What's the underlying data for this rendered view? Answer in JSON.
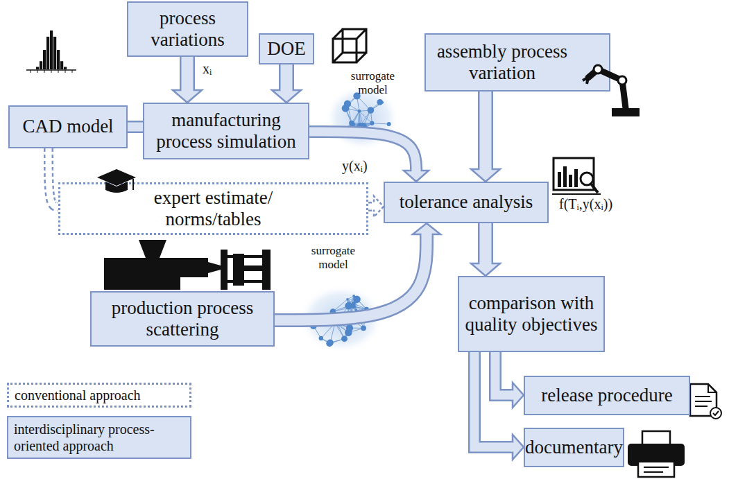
{
  "diagram": {
    "nodes": [
      {
        "text": [
          "process variations"
        ]
      },
      {
        "text": [
          "DOE"
        ]
      },
      {
        "text": [
          "assembly process variation"
        ]
      },
      {
        "text": [
          "CAD model"
        ]
      },
      {
        "text": [
          "manufacturing process simulation"
        ]
      },
      {
        "text": [
          "expert estimate/ norms/tables"
        ]
      },
      {
        "text": [
          "tolerance analysis"
        ]
      },
      {
        "text": [
          "production process scattering"
        ]
      },
      {
        "text": [
          "comparison with quality objectives"
        ]
      },
      {
        "text": [
          "release procedure"
        ]
      },
      {
        "text": [
          "documentary"
        ]
      }
    ],
    "edges": [
      {
        "from": 0,
        "to": 4,
        "arrow": "to"
      },
      {
        "from": 1,
        "to": 4,
        "arrow": "to"
      },
      {
        "from": 3,
        "to": 4,
        "arrow": "none"
      },
      {
        "from": 4,
        "to": 6,
        "arrow": "to"
      },
      {
        "from": 3,
        "to": 5,
        "arrow": "none"
      },
      {
        "from": 5,
        "to": 6,
        "arrow": "to"
      },
      {
        "from": 2,
        "to": 6,
        "arrow": "to"
      },
      {
        "from": 7,
        "to": 6,
        "arrow": "to"
      },
      {
        "from": 6,
        "to": 8,
        "arrow": "to"
      },
      {
        "from": 8,
        "to": 9,
        "arrow": "to"
      },
      {
        "from": 8,
        "to": 10,
        "arrow": "to"
      }
    ],
    "labels": [
      "xᵢ",
      "surrogate model",
      "y(xᵢ)",
      "f(Tᵢ,y(xᵢ))",
      "surrogate model"
    ],
    "legend": [
      {
        "text": "conventional approach"
      },
      {
        "text": "interdisciplinary process-oriented approach"
      }
    ]
  }
}
